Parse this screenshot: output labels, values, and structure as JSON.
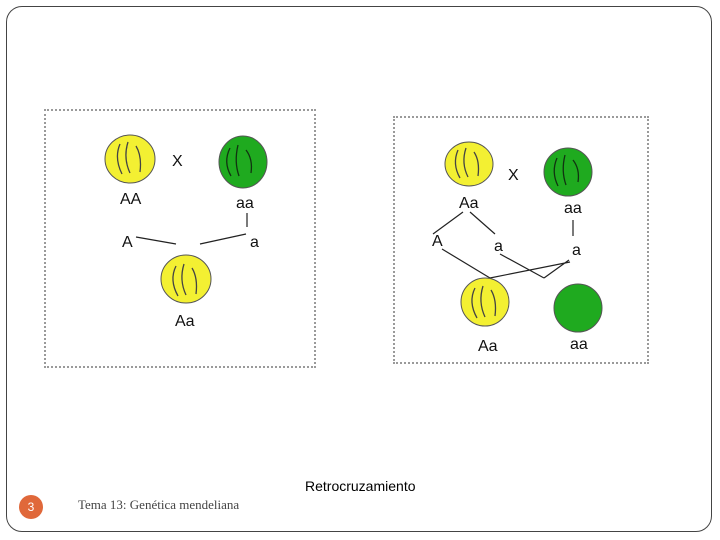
{
  "left_panel": {
    "parent1_genotype": "AA",
    "parent2_genotype": "aa",
    "cross_symbol": "X",
    "gamete1": "A",
    "gamete2": "a",
    "offspring_genotype": "Aa"
  },
  "right_panel": {
    "parent1_genotype": "Aa",
    "parent2_genotype": "aa",
    "cross_symbol": "X",
    "gamete1": "A",
    "gamete2": "a",
    "gamete3": "a",
    "offspring1_genotype": "Aa",
    "offspring2_genotype": "aa"
  },
  "caption": "Retrocruzamiento",
  "footer": {
    "title": "Tema 13: Genética mendeliana",
    "page_number": "3"
  },
  "colors": {
    "dominant_yellow": "#f3f032",
    "recessive_green": "#1faa1f"
  }
}
